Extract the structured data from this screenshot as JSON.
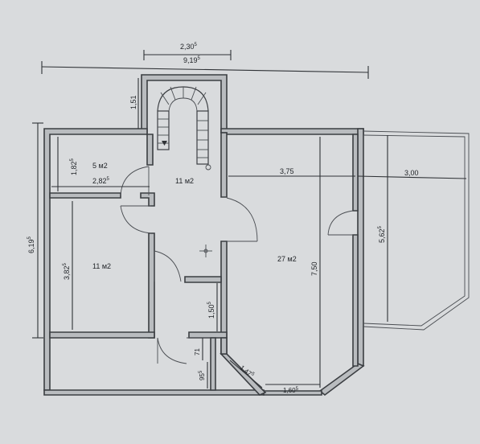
{
  "dimensions": {
    "top_inner": "2,30",
    "top_inner_sup": "5",
    "top_overall": "9,19",
    "top_overall_sup": "5",
    "stair_depth": "1,51",
    "left_overall": "6,19",
    "left_overall_sup": "5",
    "small_room_h": "1,82",
    "small_room_h_sup": "5",
    "small_room_w": "2,82",
    "small_room_w_sup": "5",
    "big_room_width": "3,75",
    "terrace_width": "3,00",
    "left_room_h": "3,82",
    "left_room_h_sup": "5",
    "big_room_h": "7,50",
    "terrace_h": "5,62",
    "terrace_h_sup": "5",
    "corridor_h": "1,50",
    "corridor_h_sup": "5",
    "bottom_71": "71",
    "bottom_95": "95",
    "bottom_95_sup": "5",
    "bevel": "1,47",
    "bevel_sup": "5",
    "bottom_160": "1,60",
    "bottom_160_sup": "5"
  },
  "rooms": {
    "small": "5 м2",
    "hall": "11 м2",
    "left": "11 м2",
    "big": "27 м2"
  },
  "colors": {
    "background": "#d9dbdd",
    "wall": "#b9bcbf",
    "ink": "#2f3236"
  }
}
